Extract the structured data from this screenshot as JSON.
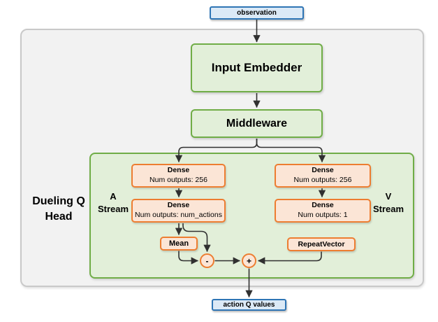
{
  "nodes": {
    "observation": {
      "label": "observation"
    },
    "input_embedder": {
      "label": "Input Embedder"
    },
    "middleware": {
      "label": "Middleware"
    },
    "dueling_head": {
      "line1": "Dueling Q",
      "line2": "Head"
    },
    "a_stream": {
      "line1": "A",
      "line2": "Stream"
    },
    "v_stream": {
      "line1": "V",
      "line2": "Stream"
    },
    "a_dense_1": {
      "title": "Dense",
      "subtitle": "Num outputs: 256"
    },
    "a_dense_2": {
      "title": "Dense",
      "subtitle": "Num outputs: num_actions"
    },
    "v_dense_1": {
      "title": "Dense",
      "subtitle": "Num outputs: 256"
    },
    "v_dense_2": {
      "title": "Dense",
      "subtitle": "Num outputs: 1"
    },
    "mean": {
      "label": "Mean"
    },
    "repeat_vector": {
      "label": "RepeatVector"
    },
    "minus_op": {
      "label": "-"
    },
    "plus_op": {
      "label": "+"
    },
    "action_q_values": {
      "label": "action Q values"
    }
  },
  "colors": {
    "io_border": "#2e75b5",
    "io_fill": "#dbe9f6",
    "green_border": "#70ad47",
    "green_fill": "#e2efd9",
    "orange_border": "#ed7d31",
    "orange_fill": "#fbe5d6",
    "outer_container_border": "#c9c9c9",
    "outer_container_fill": "#f2f2f2",
    "connector": "#303030"
  }
}
